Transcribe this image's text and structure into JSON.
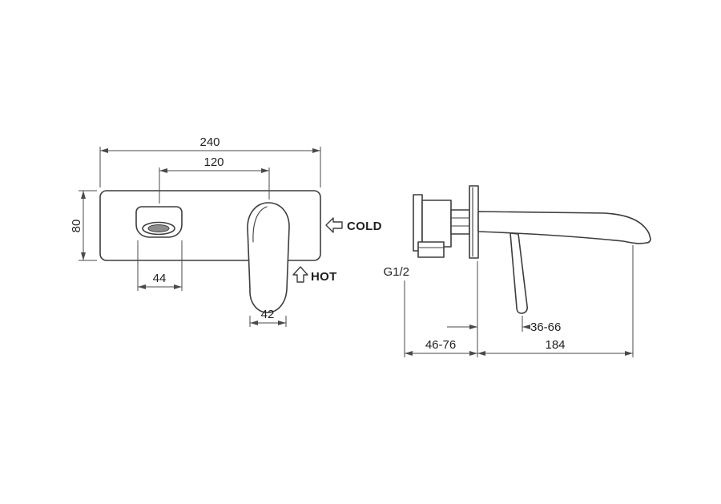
{
  "front_view": {
    "width_label": "240",
    "centers_label": "120",
    "height_label": "80",
    "spout_width_label": "44",
    "handle_width_label": "42",
    "cold_label": "COLD",
    "hot_label": "HOT"
  },
  "side_view": {
    "thread_label": "G1/2",
    "handle_clearance_label": "36-66",
    "wall_depth_label": "46-76",
    "spout_reach_label": "184"
  },
  "colors": {
    "outline": "#3d3d3d",
    "dimension": "#4a4a4a",
    "text": "#1f1f1f",
    "background": "#ffffff"
  }
}
